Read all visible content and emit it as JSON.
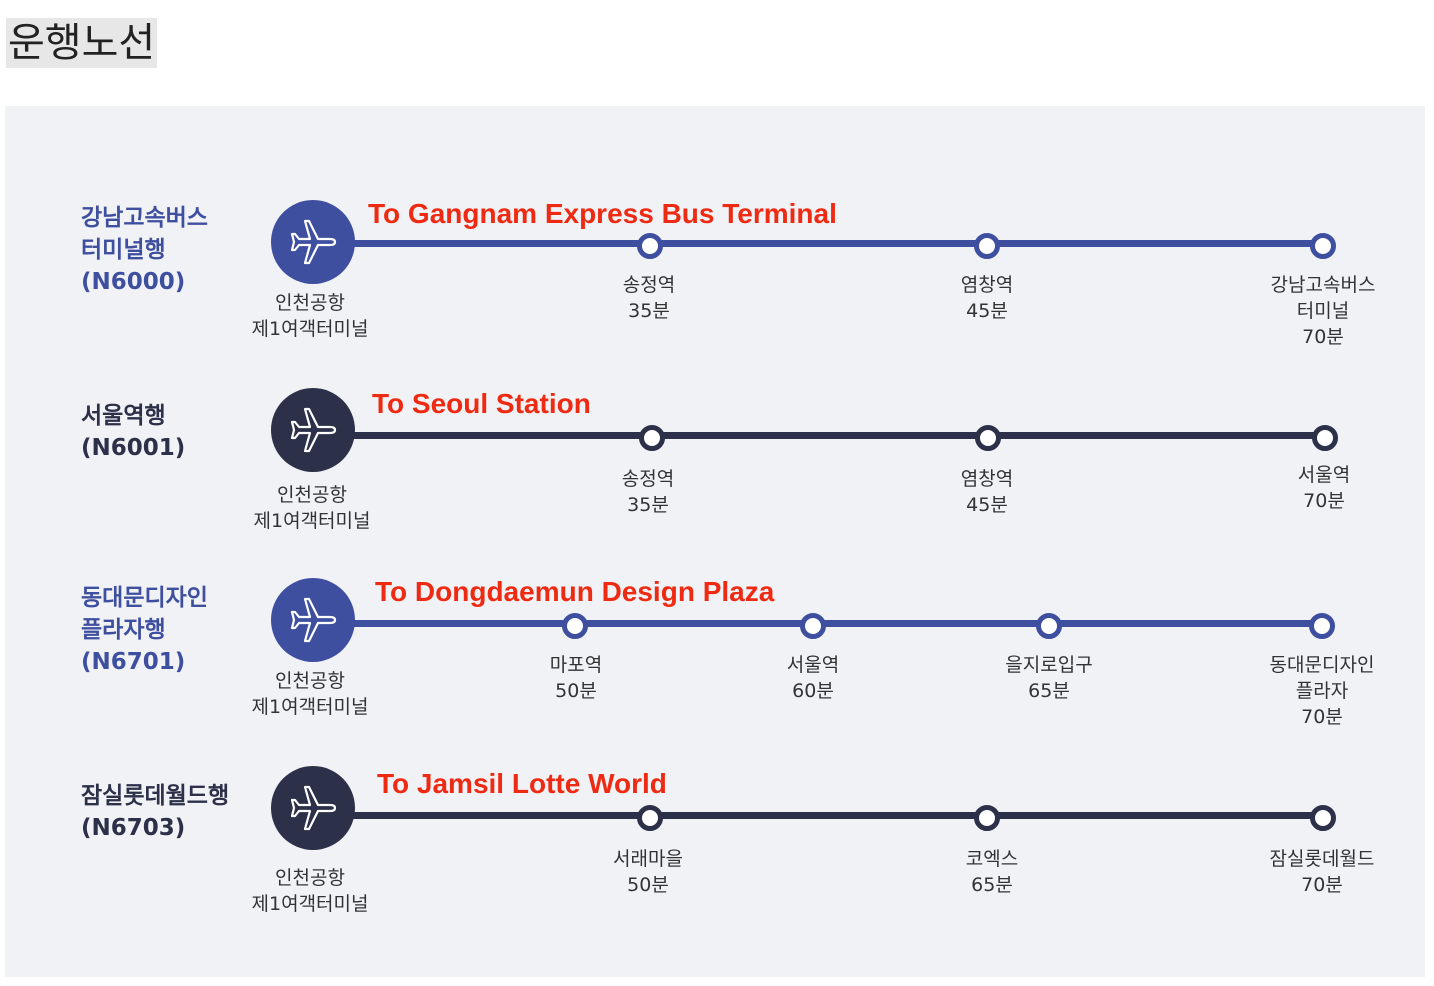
{
  "page_title": "운행노선",
  "colors": {
    "blue": "#3f4fa0",
    "navy": "#2c3048",
    "english_label": "#ee2a12"
  },
  "routes": [
    {
      "name_lines": [
        "강남고속버스",
        "터미널행",
        "(N6000)"
      ],
      "english": "To Gangnam Express Bus Terminal",
      "icon": "airplane-icon",
      "origin": [
        "인천공항",
        "제1여객터미널"
      ],
      "stops": [
        {
          "name": [
            "송정역"
          ],
          "time": "35분"
        },
        {
          "name": [
            "염창역"
          ],
          "time": "45분"
        },
        {
          "name": [
            "강남고속버스",
            "터미널"
          ],
          "time": "70분"
        }
      ]
    },
    {
      "name_lines": [
        "서울역행",
        "(N6001)"
      ],
      "english": "To Seoul Station",
      "icon": "airplane-icon",
      "origin": [
        "인천공항",
        "제1여객터미널"
      ],
      "stops": [
        {
          "name": [
            "송정역"
          ],
          "time": "35분"
        },
        {
          "name": [
            "염창역"
          ],
          "time": "45분"
        },
        {
          "name": [
            "서울역"
          ],
          "time": "70분"
        }
      ]
    },
    {
      "name_lines": [
        "동대문디자인",
        "플라자행",
        "(N6701)"
      ],
      "english": "To Dongdaemun Design Plaza",
      "icon": "airplane-icon",
      "origin": [
        "인천공항",
        "제1여객터미널"
      ],
      "stops": [
        {
          "name": [
            "마포역"
          ],
          "time": "50분"
        },
        {
          "name": [
            "서울역"
          ],
          "time": "60분"
        },
        {
          "name": [
            "을지로입구"
          ],
          "time": "65분"
        },
        {
          "name": [
            "동대문디자인",
            "플라자"
          ],
          "time": "70분"
        }
      ]
    },
    {
      "name_lines": [
        "잠실롯데월드행",
        "(N6703)"
      ],
      "english": "To Jamsil Lotte World",
      "icon": "airplane-icon",
      "origin": [
        "인천공항",
        "제1여객터미널"
      ],
      "stops": [
        {
          "name": [
            "서래마을"
          ],
          "time": "50분"
        },
        {
          "name": [
            "코엑스"
          ],
          "time": "65분"
        },
        {
          "name": [
            "잠실롯데월드"
          ],
          "time": "70분"
        }
      ]
    }
  ]
}
